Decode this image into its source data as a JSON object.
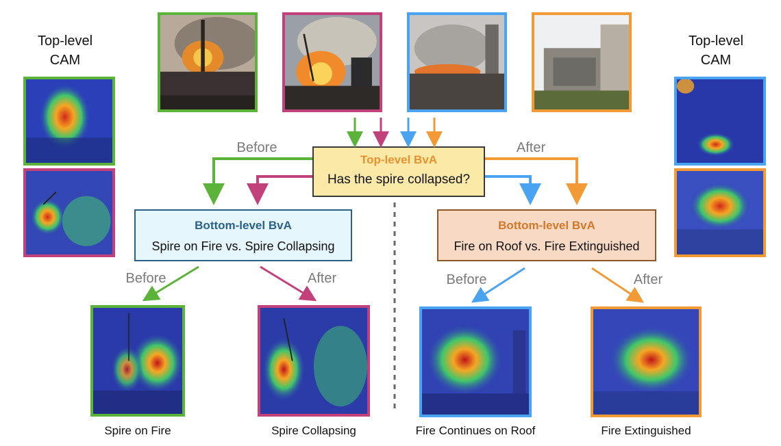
{
  "side_labels": {
    "left": {
      "line1": "Top-level",
      "line2": "CAM"
    },
    "right": {
      "line1": "Top-level",
      "line2": "CAM"
    }
  },
  "top_box": {
    "title": "Top-level BvA",
    "question": "Has the spire collapsed?"
  },
  "bottom_left_box": {
    "title": "Bottom-level BvA",
    "subtitle": "Spire on Fire vs. Spire Collapsing"
  },
  "bottom_right_box": {
    "title": "Bottom-level BvA",
    "subtitle": "Fire on Roof vs. Fire Extinguished"
  },
  "arrow_labels": {
    "top_before": "Before",
    "top_after": "After",
    "left_before": "Before",
    "left_after": "After",
    "right_before": "Before",
    "right_after": "After"
  },
  "captions": {
    "spire_on_fire": "Spire on Fire",
    "spire_collapsing": "Spire Collapsing",
    "fire_continues": "Fire Continues on Roof",
    "fire_extinguished": "Fire Extinguished"
  },
  "colors": {
    "green": "#5bb33a",
    "magenta": "#c2417a",
    "blue": "#4aa3f0",
    "orange": "#f29a36",
    "top_box_fill": "#fbe9a8",
    "top_box_border": "#3a3a3a",
    "top_box_title": "#e8912f",
    "left_box_fill": "#e6f6fd",
    "left_box_border": "#2a5f8a",
    "left_box_title": "#2a5f8a",
    "right_box_fill": "#f8d9c4",
    "right_box_border": "#8a5a2a",
    "right_box_title": "#d3782a"
  }
}
